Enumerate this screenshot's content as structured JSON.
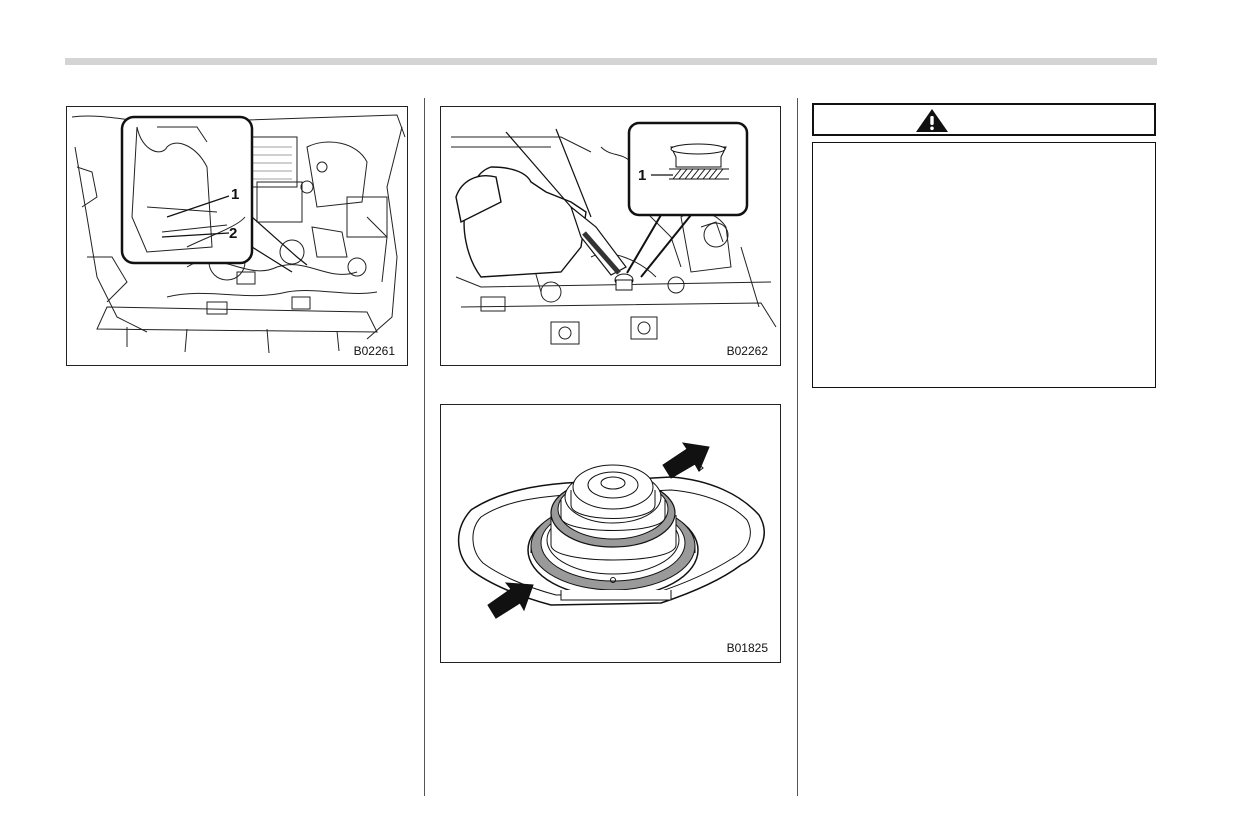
{
  "figures": [
    {
      "code": "B02261",
      "callouts": [
        "1",
        "2"
      ],
      "icon": "engine-bay-reservoir-illustration"
    },
    {
      "code": "B02262",
      "callouts": [
        "1"
      ],
      "icon": "engine-bay-refill-illustration"
    },
    {
      "code": "B01825",
      "callouts": [],
      "icon": "radiator-cap-illustration"
    }
  ],
  "warning": {
    "icon": "warning-triangle-icon"
  }
}
